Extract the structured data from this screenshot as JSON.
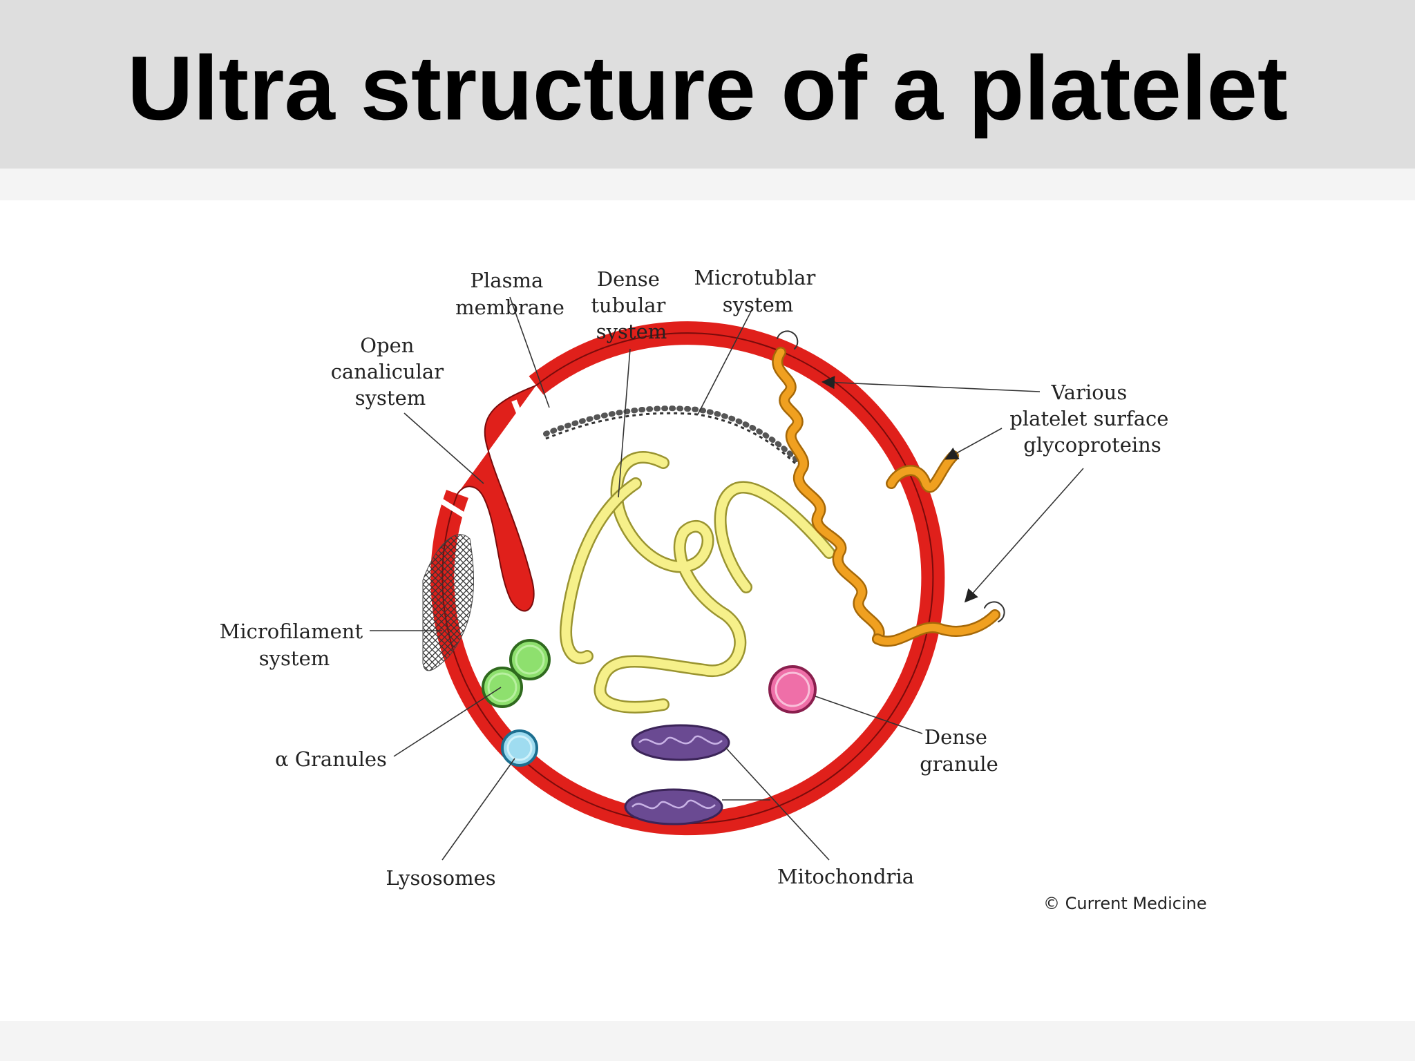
{
  "title": "Ultra structure of a platelet",
  "labels": {
    "plasma_membrane": [
      "Plasma",
      "membrane"
    ],
    "dense_tubular_system": [
      "Dense",
      "tubular",
      "system"
    ],
    "microtubular_system": [
      "Microtublar",
      "system"
    ],
    "open_canalicular_system": [
      "Open",
      "canalicular",
      "system"
    ],
    "glycoproteins": [
      "Various",
      "platelet surface",
      "glycoproteins"
    ],
    "microfilament_system": [
      "Microfilament",
      "system"
    ],
    "alpha_granules": "α Granules",
    "lysosomes": "Lysosomes",
    "mitochondria": "Mitochondria",
    "dense_granule": [
      "Dense",
      "granule"
    ]
  },
  "copyright": "© Current Medicine",
  "colors": {
    "membrane": "#e0201b",
    "glycoprotein": "#f0a020",
    "dense_tubular": "#f6f08a",
    "alpha_granule": "#8ee06e",
    "lysosome": "#9fdcf0",
    "dense_granule": "#ef6fa8",
    "mitochondria": "#6a4a92"
  }
}
